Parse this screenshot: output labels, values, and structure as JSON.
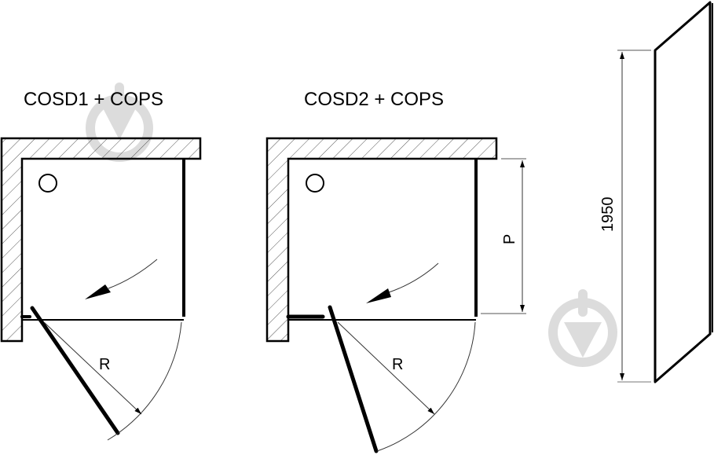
{
  "diagrams": [
    {
      "id": "cosd1",
      "title": "COSD1 + COPS",
      "radius_label": "R"
    },
    {
      "id": "cosd2",
      "title": "COSD2 + COPS",
      "radius_label": "R",
      "depth_label": "P"
    }
  ],
  "side_view": {
    "height_label": "1950"
  },
  "colors": {
    "line": "#000000",
    "hatch": "#555555",
    "dimension": "#333333",
    "watermark": "#dcdcdc"
  }
}
